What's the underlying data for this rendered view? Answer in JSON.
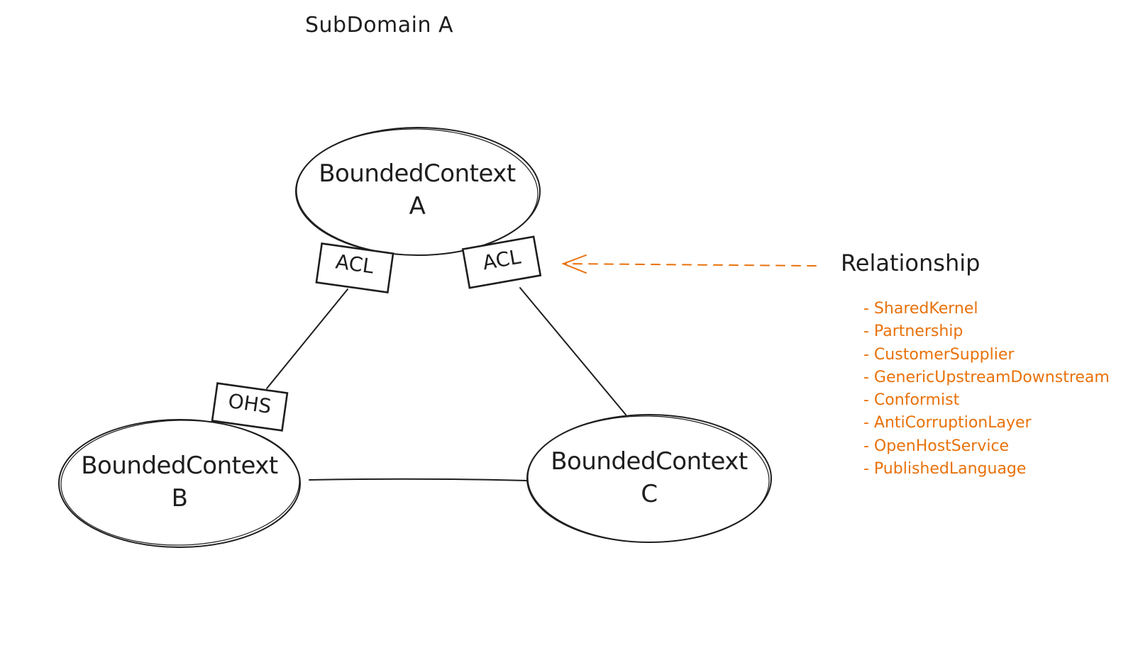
{
  "diagram": {
    "subdomain_title": "SubDomain A",
    "contexts": {
      "a": {
        "line1": "BoundedContext",
        "line2": "A"
      },
      "b": {
        "line1": "BoundedContext",
        "line2": "B"
      },
      "c": {
        "line1": "BoundedContext",
        "line2": "C"
      }
    },
    "tags": {
      "acl_left": "ACL",
      "acl_right": "ACL",
      "ohs": "OHS"
    },
    "relationship": {
      "title": "Relationship",
      "items": [
        "- SharedKernel",
        "- Partnership",
        "- CustomerSupplier",
        "- GenericUpstreamDownstream",
        "- Conformist",
        "- AntiCorruptionLayer",
        "- OpenHostService",
        "- PublishedLanguage"
      ]
    },
    "colors": {
      "stroke": "#1e1e1e",
      "accent": "#e8710a",
      "background": "#ffffff"
    }
  }
}
